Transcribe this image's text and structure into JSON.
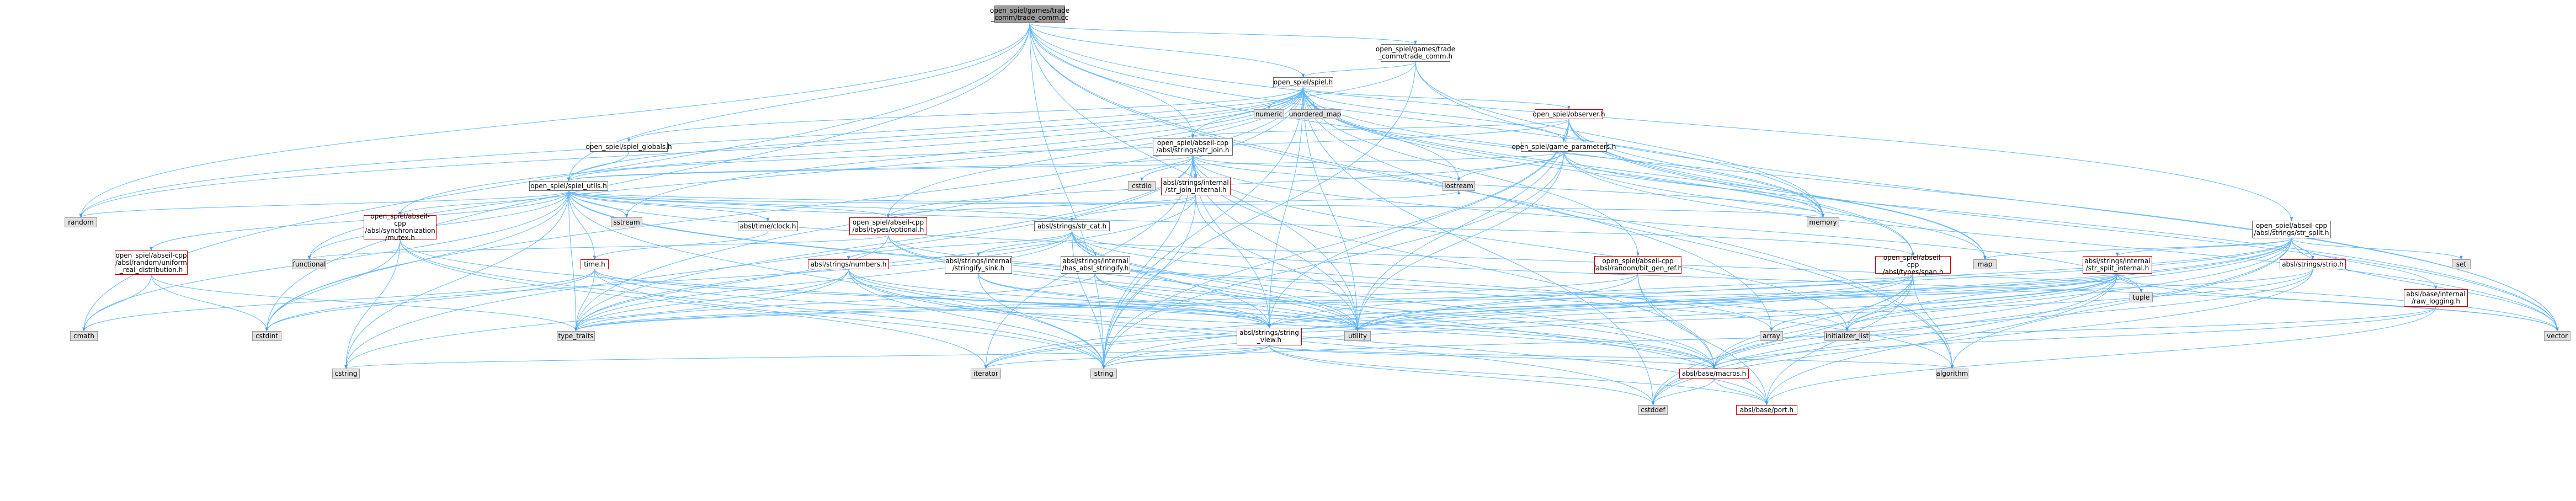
{
  "colors": {
    "edge": "#63b8ff",
    "arrow": "#4a9ae6",
    "node_gray": "#e0e0e0",
    "node_root": "#9a9a9a",
    "node_red_border": "#cc0000",
    "node_doc_border": "#666666"
  },
  "nodes": [
    {
      "id": "root",
      "label": "open_spiel/games/trade\n_comm/trade_comm.cc",
      "style": "root"
    },
    {
      "id": "tradeh",
      "label": "open_spiel/games/trade\n_comm/trade_comm.h",
      "style": "doc"
    },
    {
      "id": "spielh",
      "label": "open_spiel/spiel.h",
      "style": "doc"
    },
    {
      "id": "numeric",
      "label": "numeric",
      "style": "gray"
    },
    {
      "id": "unordered_map",
      "label": "unordered_map",
      "style": "gray"
    },
    {
      "id": "observer",
      "label": "open_spiel/observer.h",
      "style": "red"
    },
    {
      "id": "spiel_globals",
      "label": "open_spiel/spiel_globals.h",
      "style": "doc"
    },
    {
      "id": "str_join",
      "label": "open_spiel/abseil-cpp\n/absl/strings/str_join.h",
      "style": "doc"
    },
    {
      "id": "game_params",
      "label": "open_spiel/game_parameters.h",
      "style": "doc"
    },
    {
      "id": "cstdio",
      "label": "cstdio",
      "style": "gray"
    },
    {
      "id": "str_join_internal",
      "label": "absl/strings/internal\n/str_join_internal.h",
      "style": "red"
    },
    {
      "id": "iostream",
      "label": "iostream",
      "style": "gray"
    },
    {
      "id": "spiel_utils",
      "label": "open_spiel/spiel_utils.h",
      "style": "doc"
    },
    {
      "id": "random",
      "label": "random",
      "style": "gray"
    },
    {
      "id": "sstream",
      "label": "sstream",
      "style": "gray"
    },
    {
      "id": "memory",
      "label": "memory",
      "style": "gray"
    },
    {
      "id": "mutex",
      "label": "open_spiel/abseil-cpp\n/absl/synchronization\n/mutex.h",
      "style": "red"
    },
    {
      "id": "clock",
      "label": "absl/time/clock.h",
      "style": "doc"
    },
    {
      "id": "optional",
      "label": "open_spiel/abseil-cpp\n/absl/types/optional.h",
      "style": "red"
    },
    {
      "id": "str_cat",
      "label": "absl/strings/str_cat.h",
      "style": "doc"
    },
    {
      "id": "uniform",
      "label": "open_spiel/abseil-cpp\n/absl/random/uniform\n_real_distribution.h",
      "style": "red"
    },
    {
      "id": "functional",
      "label": "functional",
      "style": "gray"
    },
    {
      "id": "timeh",
      "label": "time.h",
      "style": "red"
    },
    {
      "id": "numbers",
      "label": "absl/strings/numbers.h",
      "style": "red"
    },
    {
      "id": "stringify_sink",
      "label": "absl/strings/internal\n/stringify_sink.h",
      "style": "doc"
    },
    {
      "id": "has_absl_stringify",
      "label": "absl/strings/internal\n/has_absl_stringify.h",
      "style": "doc"
    },
    {
      "id": "bit_gen_ref",
      "label": "open_spiel/abseil-cpp\n/absl/random/bit_gen_ref.h",
      "style": "red"
    },
    {
      "id": "span",
      "label": "open_spiel/abseil-cpp\n/absl/types/span.h",
      "style": "red"
    },
    {
      "id": "map",
      "label": "map",
      "style": "gray"
    },
    {
      "id": "str_split",
      "label": "open_spiel/abseil-cpp\n/absl/strings/str_split.h",
      "style": "doc"
    },
    {
      "id": "set",
      "label": "set",
      "style": "gray"
    },
    {
      "id": "str_split_internal",
      "label": "absl/strings/internal\n/str_split_internal.h",
      "style": "red"
    },
    {
      "id": "strip",
      "label": "absl/strings/strip.h",
      "style": "red"
    },
    {
      "id": "raw_logging",
      "label": "absl/base/internal\n/raw_logging.h",
      "style": "red"
    },
    {
      "id": "tuple",
      "label": "tuple",
      "style": "gray"
    },
    {
      "id": "cmath",
      "label": "cmath",
      "style": "gray"
    },
    {
      "id": "cstdint",
      "label": "cstdint",
      "style": "gray"
    },
    {
      "id": "type_traits",
      "label": "type_traits",
      "style": "gray"
    },
    {
      "id": "string_view",
      "label": "absl/strings/string\n_view.h",
      "style": "red"
    },
    {
      "id": "utility",
      "label": "utility",
      "style": "gray"
    },
    {
      "id": "initializer_list",
      "label": "initializer_list",
      "style": "gray"
    },
    {
      "id": "array",
      "label": "array",
      "style": "gray"
    },
    {
      "id": "vector",
      "label": "vector",
      "style": "gray"
    },
    {
      "id": "cstring",
      "label": "cstring",
      "style": "gray"
    },
    {
      "id": "iterator",
      "label": "iterator",
      "style": "gray"
    },
    {
      "id": "string",
      "label": "string",
      "style": "gray"
    },
    {
      "id": "macros",
      "label": "absl/base/macros.h",
      "style": "red"
    },
    {
      "id": "algorithm",
      "label": "algorithm",
      "style": "gray"
    },
    {
      "id": "cstddef",
      "label": "cstddef",
      "style": "gray"
    },
    {
      "id": "port",
      "label": "absl/base/port.h",
      "style": "red"
    }
  ],
  "edges": [
    [
      "root",
      "tradeh"
    ],
    [
      "root",
      "spielh"
    ],
    [
      "root",
      "spiel_utils"
    ],
    [
      "root",
      "str_join"
    ],
    [
      "root",
      "str_split"
    ],
    [
      "root",
      "random"
    ],
    [
      "root",
      "memory"
    ],
    [
      "root",
      "algorithm"
    ],
    [
      "root",
      "cmath"
    ],
    [
      "root",
      "cstdint"
    ],
    [
      "root",
      "utility"
    ],
    [
      "root",
      "vector"
    ],
    [
      "root",
      "string"
    ],
    [
      "root",
      "array"
    ],
    [
      "tradeh",
      "spielh"
    ],
    [
      "tradeh",
      "memory"
    ],
    [
      "tradeh",
      "random"
    ],
    [
      "tradeh",
      "string"
    ],
    [
      "tradeh",
      "vector"
    ],
    [
      "spielh",
      "numeric"
    ],
    [
      "spielh",
      "unordered_map"
    ],
    [
      "spielh",
      "observer"
    ],
    [
      "spielh",
      "spiel_globals"
    ],
    [
      "spielh",
      "str_join"
    ],
    [
      "spielh",
      "game_params"
    ],
    [
      "spielh",
      "iostream"
    ],
    [
      "spielh",
      "spiel_utils"
    ],
    [
      "spielh",
      "random"
    ],
    [
      "spielh",
      "sstream"
    ],
    [
      "spielh",
      "memory"
    ],
    [
      "spielh",
      "mutex"
    ],
    [
      "spielh",
      "optional"
    ],
    [
      "spielh",
      "span"
    ],
    [
      "spielh",
      "bit_gen_ref"
    ],
    [
      "spielh",
      "map"
    ],
    [
      "spielh",
      "functional"
    ],
    [
      "spielh",
      "cstdint"
    ],
    [
      "spielh",
      "string"
    ],
    [
      "spielh",
      "utility"
    ],
    [
      "spielh",
      "vector"
    ],
    [
      "spielh",
      "type_traits"
    ],
    [
      "spielh",
      "string_view"
    ],
    [
      "spielh",
      "algorithm"
    ],
    [
      "spielh",
      "cstddef"
    ],
    [
      "observer",
      "str_join"
    ],
    [
      "observer",
      "game_params"
    ],
    [
      "observer",
      "spiel_utils"
    ],
    [
      "observer",
      "span"
    ],
    [
      "observer",
      "string_view"
    ],
    [
      "observer",
      "memory"
    ],
    [
      "observer",
      "map"
    ],
    [
      "observer",
      "string"
    ],
    [
      "observer",
      "vector"
    ],
    [
      "observer",
      "utility"
    ],
    [
      "spiel_globals",
      "spiel_utils"
    ],
    [
      "str_join",
      "cstdio"
    ],
    [
      "str_join",
      "str_join_internal"
    ],
    [
      "str_join",
      "iostream"
    ],
    [
      "str_join",
      "spiel_utils"
    ],
    [
      "str_join",
      "macros"
    ],
    [
      "str_join",
      "string_view"
    ],
    [
      "str_join",
      "initializer_list"
    ],
    [
      "str_join",
      "iterator"
    ],
    [
      "str_join",
      "string"
    ],
    [
      "str_join",
      "type_traits"
    ],
    [
      "str_join",
      "utility"
    ],
    [
      "str_join",
      "cstring"
    ],
    [
      "str_join",
      "memory"
    ],
    [
      "str_join",
      "tuple"
    ],
    [
      "str_join_internal",
      "optional"
    ],
    [
      "str_join_internal",
      "str_cat"
    ],
    [
      "str_join_internal",
      "string"
    ],
    [
      "str_join_internal",
      "type_traits"
    ],
    [
      "str_join_internal",
      "utility"
    ],
    [
      "game_params",
      "iostream"
    ],
    [
      "game_params",
      "spiel_utils"
    ],
    [
      "game_params",
      "map"
    ],
    [
      "game_params",
      "memory"
    ],
    [
      "game_params",
      "string"
    ],
    [
      "game_params",
      "utility"
    ],
    [
      "game_params",
      "vector"
    ],
    [
      "game_params",
      "optional"
    ],
    [
      "spiel_utils",
      "random"
    ],
    [
      "spiel_utils",
      "sstream"
    ],
    [
      "spiel_utils",
      "memory"
    ],
    [
      "spiel_utils",
      "mutex"
    ],
    [
      "spiel_utils",
      "clock"
    ],
    [
      "spiel_utils",
      "optional"
    ],
    [
      "spiel_utils",
      "str_cat"
    ],
    [
      "spiel_utils",
      "uniform"
    ],
    [
      "spiel_utils",
      "functional"
    ],
    [
      "spiel_utils",
      "timeh"
    ],
    [
      "spiel_utils",
      "cmath"
    ],
    [
      "spiel_utils",
      "cstdint"
    ],
    [
      "spiel_utils",
      "type_traits"
    ],
    [
      "spiel_utils",
      "cstring"
    ],
    [
      "spiel_utils",
      "string"
    ],
    [
      "spiel_utils",
      "vector"
    ],
    [
      "spiel_utils",
      "utility"
    ],
    [
      "spiel_utils",
      "algorithm"
    ],
    [
      "spiel_utils",
      "iostream"
    ],
    [
      "spiel_utils",
      "span"
    ],
    [
      "mutex",
      "cstdint"
    ],
    [
      "mutex",
      "cstring"
    ],
    [
      "mutex",
      "iterator"
    ],
    [
      "mutex",
      "string"
    ],
    [
      "mutex",
      "macros"
    ],
    [
      "clock",
      "timeh"
    ],
    [
      "optional",
      "functional"
    ],
    [
      "optional",
      "initializer_list"
    ],
    [
      "optional",
      "type_traits"
    ],
    [
      "optional",
      "utility"
    ],
    [
      "optional",
      "macros"
    ],
    [
      "str_cat",
      "numbers"
    ],
    [
      "str_cat",
      "stringify_sink"
    ],
    [
      "str_cat",
      "has_absl_stringify"
    ],
    [
      "str_cat",
      "string_view"
    ],
    [
      "str_cat",
      "cstdint"
    ],
    [
      "str_cat",
      "string"
    ],
    [
      "str_cat",
      "type_traits"
    ],
    [
      "str_cat",
      "utility"
    ],
    [
      "str_cat",
      "vector"
    ],
    [
      "str_cat",
      "array"
    ],
    [
      "str_cat",
      "port"
    ],
    [
      "str_cat",
      "macros"
    ],
    [
      "uniform",
      "cmath"
    ],
    [
      "uniform",
      "cstdint"
    ],
    [
      "uniform",
      "type_traits"
    ],
    [
      "timeh",
      "cmath"
    ],
    [
      "timeh",
      "cstdint"
    ],
    [
      "timeh",
      "string"
    ],
    [
      "timeh",
      "utility"
    ],
    [
      "timeh",
      "type_traits"
    ],
    [
      "timeh",
      "macros"
    ],
    [
      "timeh",
      "string_view"
    ],
    [
      "numbers",
      "string_view"
    ],
    [
      "numbers",
      "cstring"
    ],
    [
      "numbers",
      "string"
    ],
    [
      "numbers",
      "type_traits"
    ],
    [
      "numbers",
      "macros"
    ],
    [
      "numbers",
      "port"
    ],
    [
      "numbers",
      "cstddef"
    ],
    [
      "stringify_sink",
      "string_view"
    ],
    [
      "stringify_sink",
      "string"
    ],
    [
      "stringify_sink",
      "utility"
    ],
    [
      "has_absl_stringify",
      "string_view"
    ],
    [
      "has_absl_stringify",
      "type_traits"
    ],
    [
      "has_absl_stringify",
      "utility"
    ],
    [
      "bit_gen_ref",
      "type_traits"
    ],
    [
      "bit_gen_ref",
      "utility"
    ],
    [
      "bit_gen_ref",
      "macros"
    ],
    [
      "bit_gen_ref",
      "port"
    ],
    [
      "span",
      "algorithm"
    ],
    [
      "span",
      "cstddef"
    ],
    [
      "span",
      "initializer_list"
    ],
    [
      "span",
      "iterator"
    ],
    [
      "span",
      "type_traits"
    ],
    [
      "span",
      "utility"
    ],
    [
      "span",
      "macros"
    ],
    [
      "span",
      "port"
    ],
    [
      "str_split",
      "algorithm"
    ],
    [
      "str_split",
      "cstddef"
    ],
    [
      "str_split",
      "map"
    ],
    [
      "str_split",
      "set"
    ],
    [
      "str_split",
      "string"
    ],
    [
      "str_split",
      "utility"
    ],
    [
      "str_split",
      "vector"
    ],
    [
      "str_split",
      "str_split_internal"
    ],
    [
      "str_split",
      "strip"
    ],
    [
      "str_split",
      "raw_logging"
    ],
    [
      "str_split",
      "macros"
    ],
    [
      "str_split",
      "string_view"
    ],
    [
      "str_split",
      "initializer_list"
    ],
    [
      "str_split",
      "iterator"
    ],
    [
      "str_split_internal",
      "array"
    ],
    [
      "str_split_internal",
      "cstddef"
    ],
    [
      "str_split_internal",
      "initializer_list"
    ],
    [
      "str_split_internal",
      "iterator"
    ],
    [
      "str_split_internal",
      "tuple"
    ],
    [
      "str_split_internal",
      "type_traits"
    ],
    [
      "str_split_internal",
      "utility"
    ],
    [
      "str_split_internal",
      "vector"
    ],
    [
      "str_split_internal",
      "macros"
    ],
    [
      "str_split_internal",
      "port"
    ],
    [
      "str_split_internal",
      "string_view"
    ],
    [
      "strip",
      "cstddef"
    ],
    [
      "strip",
      "string"
    ],
    [
      "strip",
      "macros"
    ],
    [
      "strip",
      "string_view"
    ],
    [
      "raw_logging",
      "string"
    ],
    [
      "raw_logging",
      "macros"
    ],
    [
      "raw_logging",
      "port"
    ],
    [
      "string_view",
      "algorithm"
    ],
    [
      "string_view",
      "cstddef"
    ],
    [
      "string_view",
      "cstring"
    ],
    [
      "string_view",
      "iterator"
    ],
    [
      "string_view",
      "string"
    ],
    [
      "string_view",
      "macros"
    ],
    [
      "string_view",
      "port"
    ],
    [
      "macros",
      "cstddef"
    ],
    [
      "macros",
      "port"
    ]
  ]
}
